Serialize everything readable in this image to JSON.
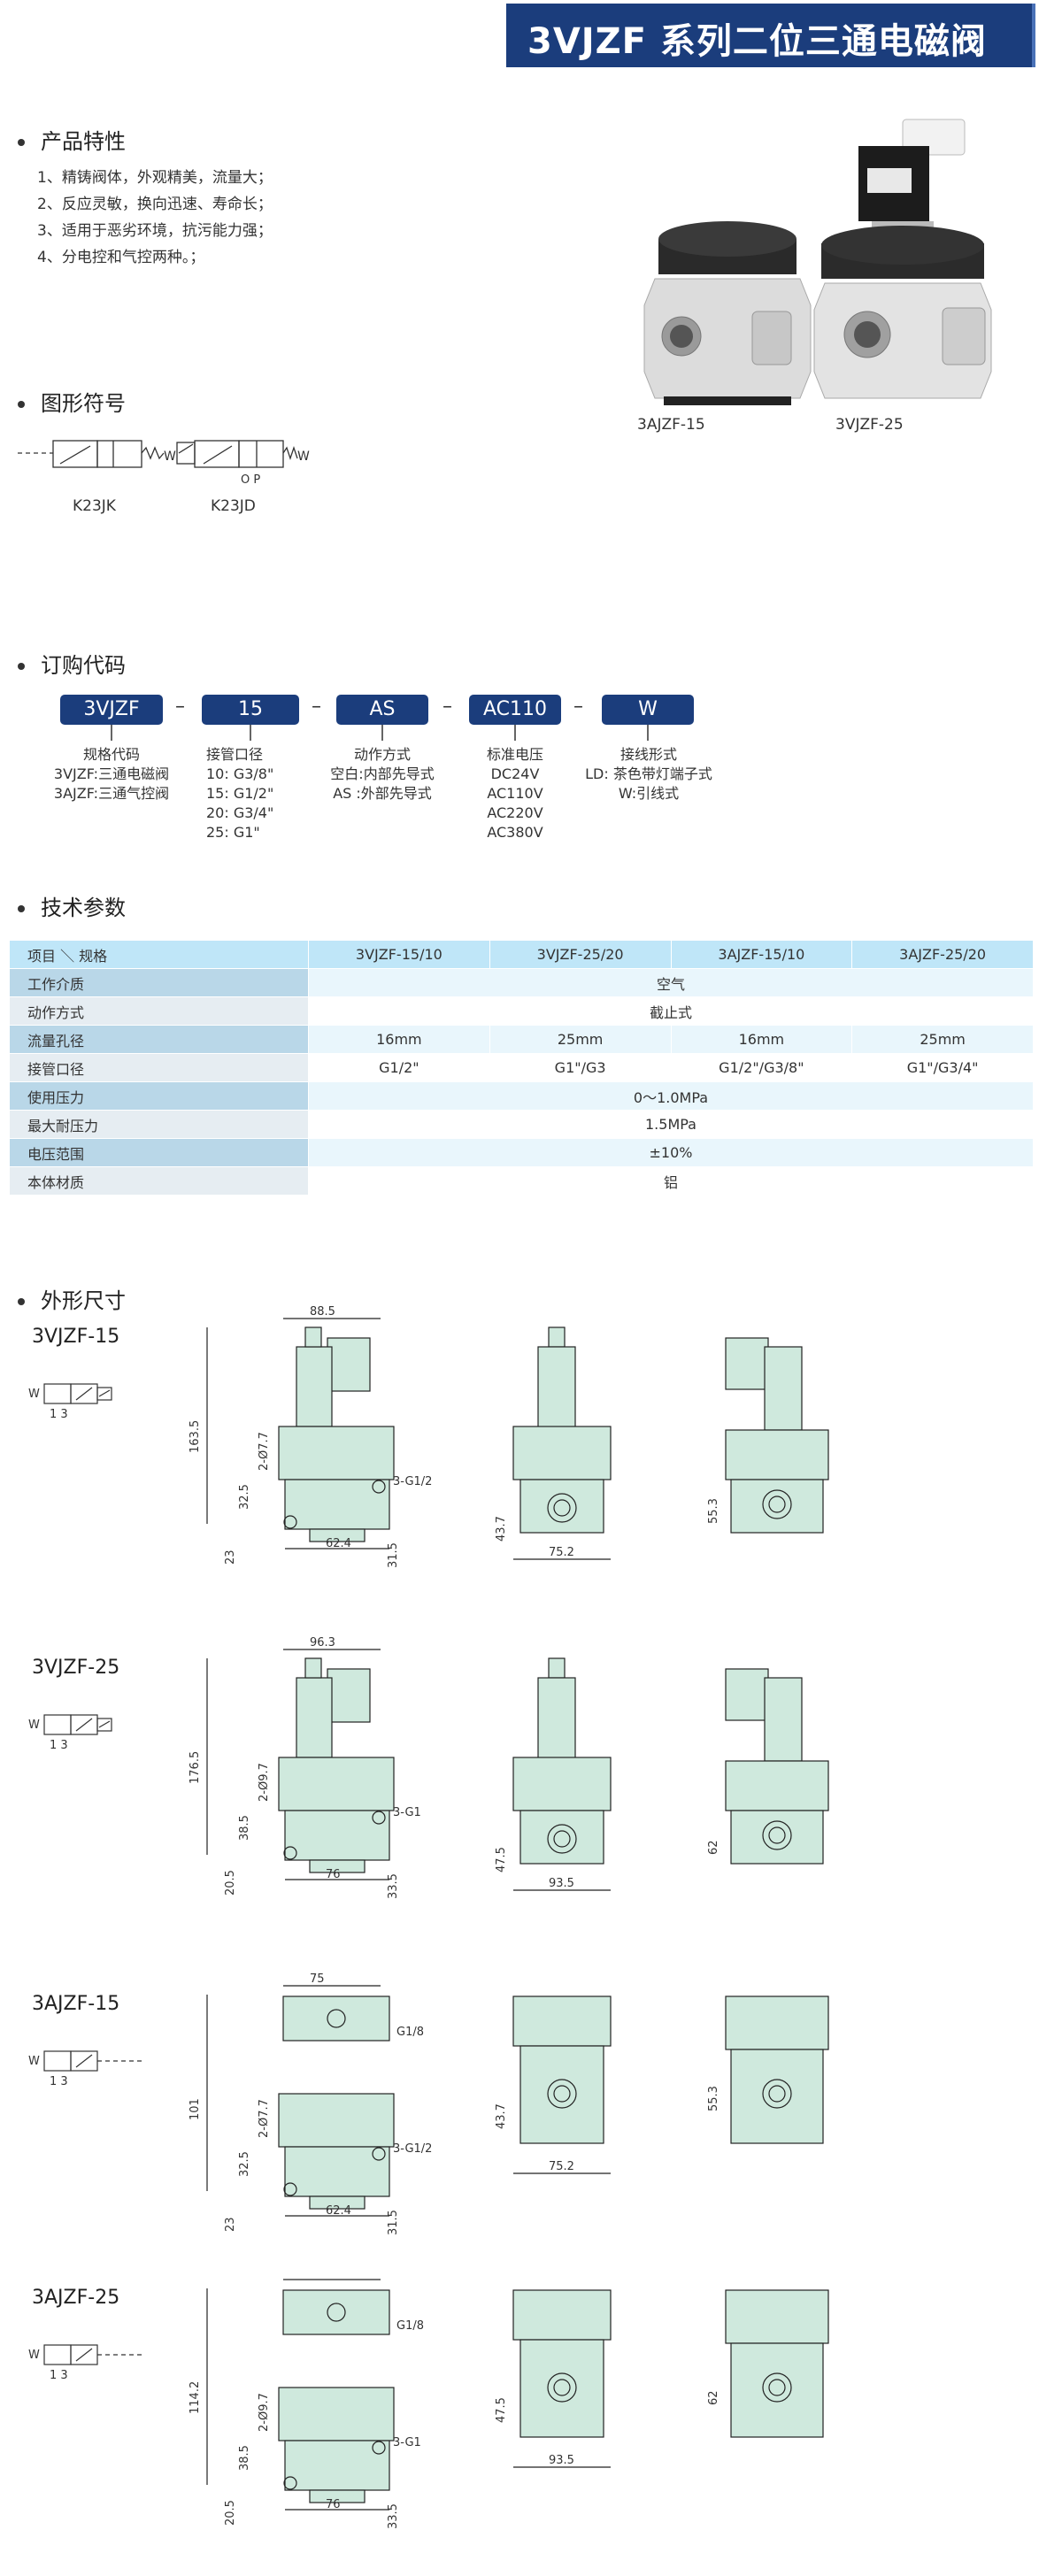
{
  "title": "3VJZF 系列二位三通电磁阀",
  "features": {
    "heading": "产品特性",
    "items": [
      "1、精铸阀体，外观精美，流量大；",
      "2、反应灵敏，换向迅速、寿命长；",
      "3、适用于恶劣环境，抗污能力强；",
      "4、分电控和气控两种。；"
    ]
  },
  "products": [
    {
      "label": "3AJZF-15"
    },
    {
      "label": "3VJZF-25"
    }
  ],
  "symbols": {
    "heading": "图形符号",
    "items": [
      {
        "label": "K23JK",
        "port": "W"
      },
      {
        "label": "K23JD",
        "port": "W",
        "sub": "O P"
      }
    ]
  },
  "order_code": {
    "heading": "订购代码",
    "segments": [
      {
        "code": "3VJZF",
        "title": "规格代码",
        "lines": [
          "3VJZF:三通电磁阀",
          "3AJZF:三通气控阀"
        ]
      },
      {
        "code": "15",
        "title": "接管口径",
        "lines": [
          "10: G3/8\"",
          "15: G1/2\"",
          "20: G3/4\"",
          "25: G1\""
        ]
      },
      {
        "code": "AS",
        "title": "动作方式",
        "lines": [
          "空白:内部先导式",
          "AS :外部先导式"
        ]
      },
      {
        "code": "AC110",
        "title": "标准电压",
        "lines": [
          "DC24V",
          "AC110V",
          "AC220V",
          "AC380V"
        ]
      },
      {
        "code": "W",
        "title": "接线形式",
        "lines": [
          "LD: 茶色带灯端子式",
          "W:引线式"
        ]
      }
    ],
    "dash": "–"
  },
  "tech": {
    "heading": "技术参数",
    "header": [
      "项目 ＼ 规格",
      "3VJZF-15/10",
      "3VJZF-25/20",
      "3AJZF-15/10",
      "3AJZF-25/20"
    ],
    "rows": [
      {
        "label": "工作介质",
        "span": "空气"
      },
      {
        "label": "动作方式",
        "span": "截止式"
      },
      {
        "label": "流量孔径",
        "cells": [
          "16mm",
          "25mm",
          "16mm",
          "25mm"
        ]
      },
      {
        "label": "接管口径",
        "cells": [
          "G1/2\"",
          "G1\"/G3",
          "G1/2\"/G3/8\"",
          "G1\"/G3/4\""
        ]
      },
      {
        "label": "使用压力",
        "span": "0～1.0MPa"
      },
      {
        "label": "最大耐压力",
        "span": "1.5MPa"
      },
      {
        "label": "电压范围",
        "span": "±10%"
      },
      {
        "label": "本体材质",
        "span": "铝"
      }
    ]
  },
  "dims": {
    "heading": "外形尺寸",
    "models": [
      {
        "label": "3VJZF-15",
        "sym": {
          "w": "W",
          "n": "1 3"
        },
        "width": "88.5",
        "height": "163.5",
        "dia": "2-Ø7.7",
        "port": "3-G1/2",
        "d1": "32.5",
        "d2": "23",
        "bottom": "62.4",
        "b2": "31.5",
        "side_h": "43.7",
        "side_w": "75.2",
        "back_h": "55.3"
      },
      {
        "label": "3VJZF-25",
        "sym": {
          "w": "W",
          "n": "1 3"
        },
        "width": "96.3",
        "height": "176.5",
        "dia": "2-Ø9.7",
        "port": "3-G1",
        "d1": "38.5",
        "d2": "20.5",
        "bottom": "76",
        "b2": "33.5",
        "side_h": "47.5",
        "side_w": "93.5",
        "back_h": "62"
      },
      {
        "label": "3AJZF-15",
        "sym": {
          "w": "W",
          "n": "1 3"
        },
        "width": "75",
        "height": "101",
        "dia": "2-Ø7.7",
        "port": "3-G1/2",
        "pilot": "G1/8",
        "d1": "32.5",
        "d2": "23",
        "bottom": "62.4",
        "b2": "31.5",
        "side_h": "43.7",
        "side_w": "75.2",
        "back_h": "55.3"
      },
      {
        "label": "3AJZF-25",
        "sym": {
          "w": "W",
          "n": "1 3"
        },
        "width": "",
        "height": "114.2",
        "dia": "2-Ø9.7",
        "port": "3-G1",
        "pilot": "G1/8",
        "d1": "38.5",
        "d2": "20.5",
        "bottom": "76",
        "b2": "33.5",
        "side_h": "47.5",
        "side_w": "93.5",
        "back_h": "62"
      }
    ]
  },
  "colors": {
    "brand": "#1b3d7c",
    "table_header": "#bfe6f8",
    "valve_fill": "#cfe9dd"
  }
}
